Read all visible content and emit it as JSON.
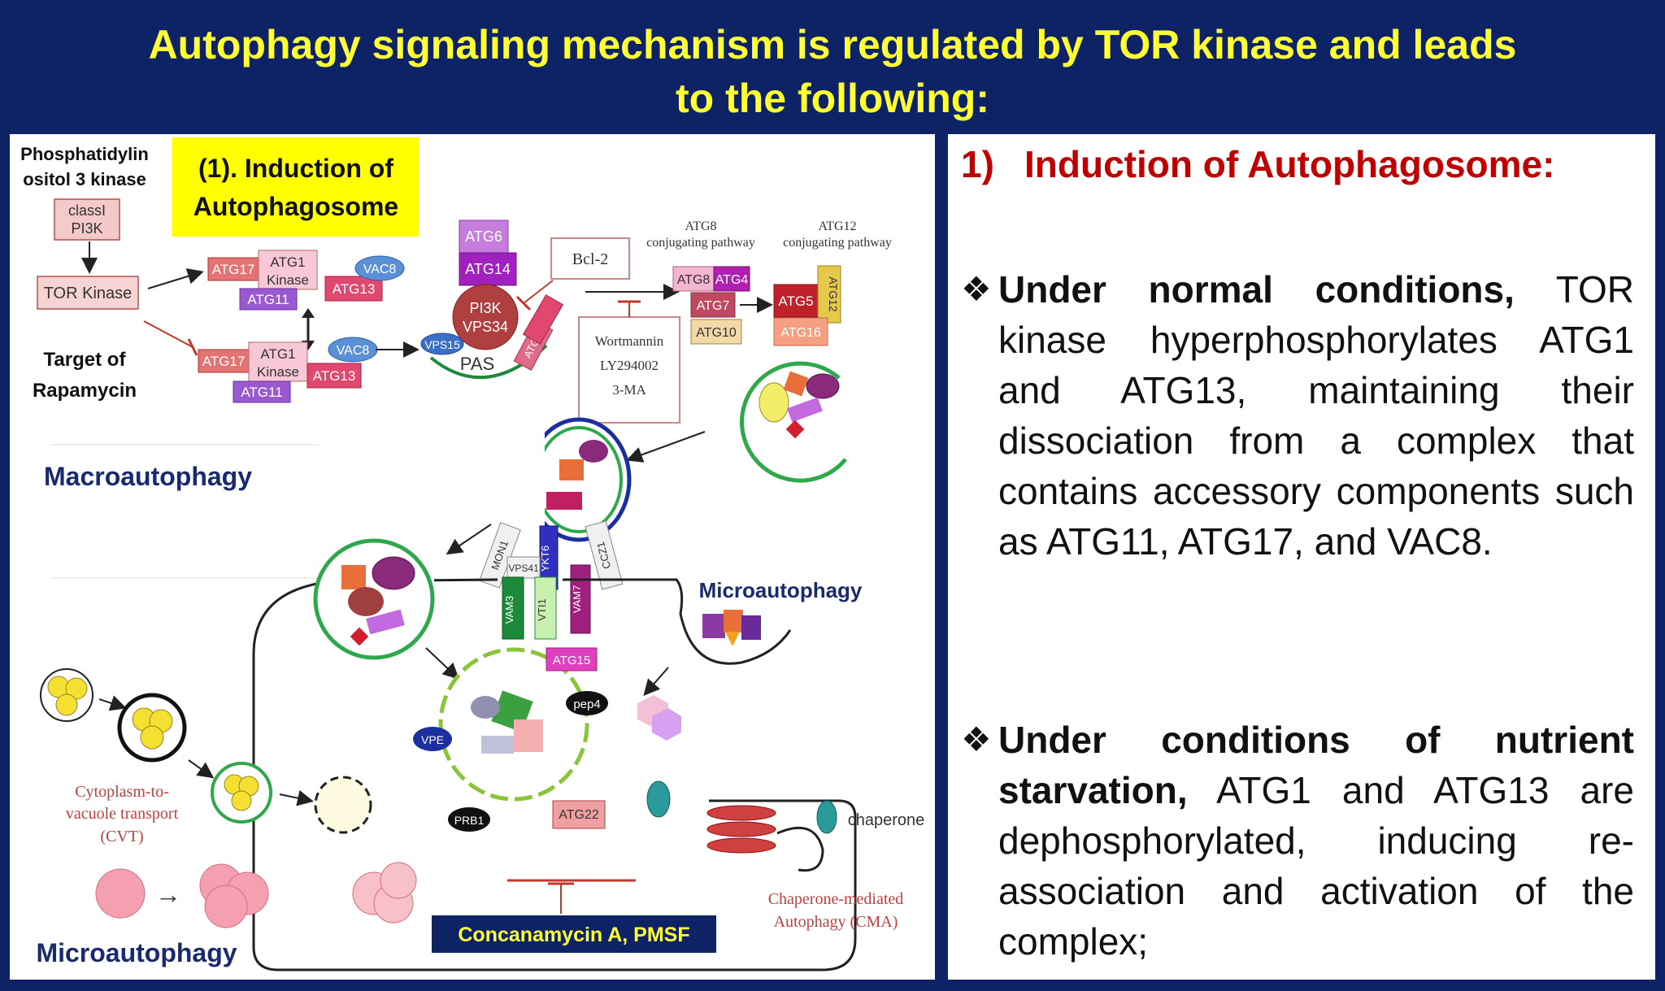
{
  "title": {
    "line1": "Autophagy signaling mechanism is regulated by TOR kinase and leads",
    "line2": "to the following:"
  },
  "diagram": {
    "pi3k_caption_line1": "Phosphatidylin",
    "pi3k_caption_line2": "ositol 3 kinase",
    "classI_line1": "classI",
    "classI_line2": "PI3K",
    "tor_kinase": "TOR Kinase",
    "target_line1": "Target of",
    "target_line2": "Rapamycin",
    "induction_line1": "(1). Induction of",
    "induction_line2": "Autophagosome",
    "atg17": "ATG17",
    "atg1": "ATG1",
    "kinase": "Kinase",
    "atg11": "ATG11",
    "atg13": "ATG13",
    "vac8": "VAC8",
    "atg6": "ATG6",
    "atg14": "ATG14",
    "pi3k": "PI3K",
    "vps34": "VPS34",
    "vps15": "VPS15",
    "atg9": "ATG9",
    "pas": "PAS",
    "bcl2": "Bcl-2",
    "wortmannin": "Wortmannin",
    "ly294002": "LY294002",
    "three_ma": "3-MA",
    "atg8_pathway_line1": "ATG8",
    "atg8_pathway_line2": "conjugating pathway",
    "atg12_pathway_line1": "ATG12",
    "atg12_pathway_line2": "conjugating pathway",
    "atg8": "ATG8",
    "atg4": "ATG4",
    "atg7": "ATG7",
    "atg10": "ATG10",
    "atg5": "ATG5",
    "atg12": "ATG12",
    "atg16": "ATG16",
    "macroautophagy": "Macroautophagy",
    "microautophagy_right": "Microautophagy",
    "microautophagy_bottom": "Microautophagy",
    "mon1": "MON1",
    "ccz1": "CCZ1",
    "vam3": "VAM3",
    "vti1": "VTI1",
    "ykt6": "YKT6",
    "vam7": "VAM7",
    "vps41": "VPS41",
    "atg15": "ATG15",
    "pep4": "pep4",
    "vpe": "VPE",
    "prb1": "PRB1",
    "atg22": "ATG22",
    "cvt_line1": "Cytoplasm-to-",
    "cvt_line2": "vacuole transport",
    "cvt_line3": "(CVT)",
    "chaperone": "chaperone",
    "cma_line1": "Chaperone-mediated",
    "cma_line2": "Autophagy (CMA)",
    "concanamycin": "Concanamycin A, PMSF"
  },
  "text": {
    "heading_num": "1)",
    "heading": "Induction of Autophagosome:",
    "bullet1_bold": "Under normal conditions,",
    "bullet1_rest": " TOR kinase hyperphosphorylates ATG1 and ATG13, maintaining their dissociation from a complex that contains accessory components such as ATG11, ATG17, and VAC8.",
    "bullet2_bold": "Under conditions of nutrient starvation,",
    "bullet2_rest": " ATG1 and ATG13 are dephosphorylated, inducing re-association and activation of the complex;"
  },
  "colors": {
    "background": "#0d2366",
    "title": "#ffff33",
    "heading": "#c00000",
    "highlight_box": "#ffff00",
    "label_blue": "#1a2a6e"
  }
}
